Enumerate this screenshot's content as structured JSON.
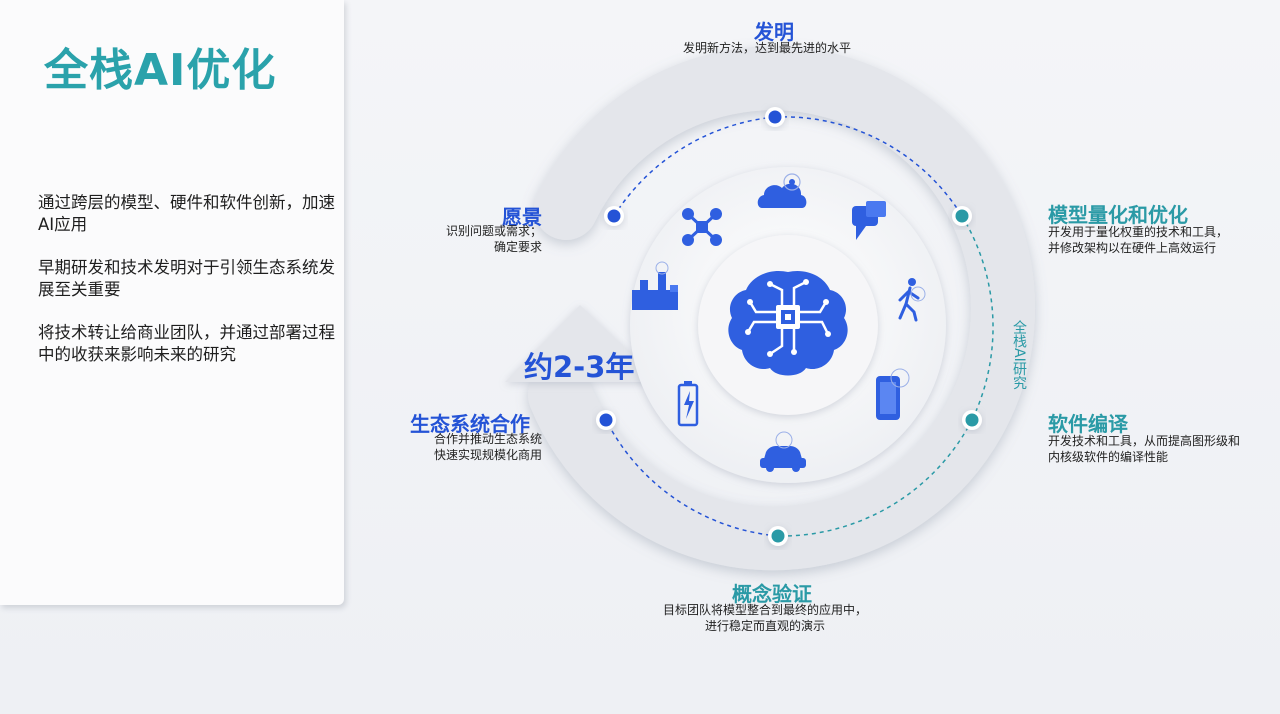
{
  "page": {
    "title": "全栈AI优化",
    "bullets": [
      "通过跨层的模型、硬件和软件创新，加速AI应用",
      "早期研发和技术发明对于引领生态系统发展至关重要",
      "将技术转让给商业团队，并通过部署过程中的收获来影响未来的研究"
    ]
  },
  "cycle": {
    "duration": "约2-3年",
    "arc_label": "全栈AI研究",
    "stages": {
      "invention": {
        "title": "发明",
        "desc": "发明新方法，达到最先进的水平"
      },
      "quantization": {
        "title": "模型量化和优化",
        "desc": "开发用于量化权重的技术和工具，\n并修改架构以在硬件上高效运行"
      },
      "compilation": {
        "title": "软件编译",
        "desc": "开发技术和工具，从而提高图形级和\n内核级软件的编译性能"
      },
      "poc": {
        "title": "概念验证",
        "desc": "目标团队将模型整合到最终的应用中，\n进行稳定而直观的演示"
      },
      "ecosystem": {
        "title": "生态系统合作",
        "desc": "合作并推动生态系统\n快速实现规模化商用"
      },
      "vision": {
        "title": "愿景",
        "desc": "识别问题或需求；\n确定要求"
      }
    },
    "icons": [
      "drone-icon",
      "cloud-icon",
      "chat-icon",
      "walking-person-icon",
      "smartphone-icon",
      "car-icon",
      "battery-icon",
      "smart-factory-icon",
      "ai-brain-chip-icon"
    ],
    "colors": {
      "blue": "#2453d6",
      "teal": "#2a9aa6",
      "icon_blue": "#2f5fe0"
    }
  }
}
